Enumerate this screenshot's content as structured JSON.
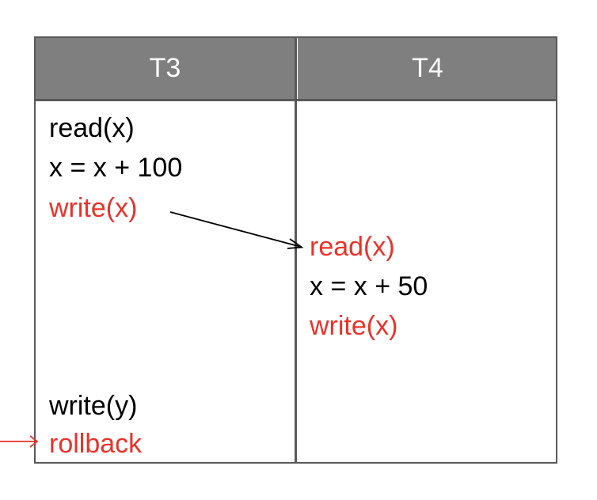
{
  "table": {
    "columns": [
      "T3",
      "T4"
    ]
  },
  "t3": {
    "ops": [
      {
        "text": "read(x)",
        "highlight": false
      },
      {
        "text": "x = x + 100",
        "highlight": false
      },
      {
        "text": "write(x)",
        "highlight": true
      },
      {
        "text": "write(y)",
        "highlight": false
      },
      {
        "text": "rollback",
        "highlight": true
      }
    ]
  },
  "t4": {
    "ops": [
      {
        "text": "read(x)",
        "highlight": true
      },
      {
        "text": "x = x + 50",
        "highlight": false
      },
      {
        "text": "write(x)",
        "highlight": true
      }
    ]
  },
  "colors": {
    "header_bg": "#7f7f7f",
    "highlight": "#e8332a",
    "border": "#595959",
    "text": "#000000"
  }
}
